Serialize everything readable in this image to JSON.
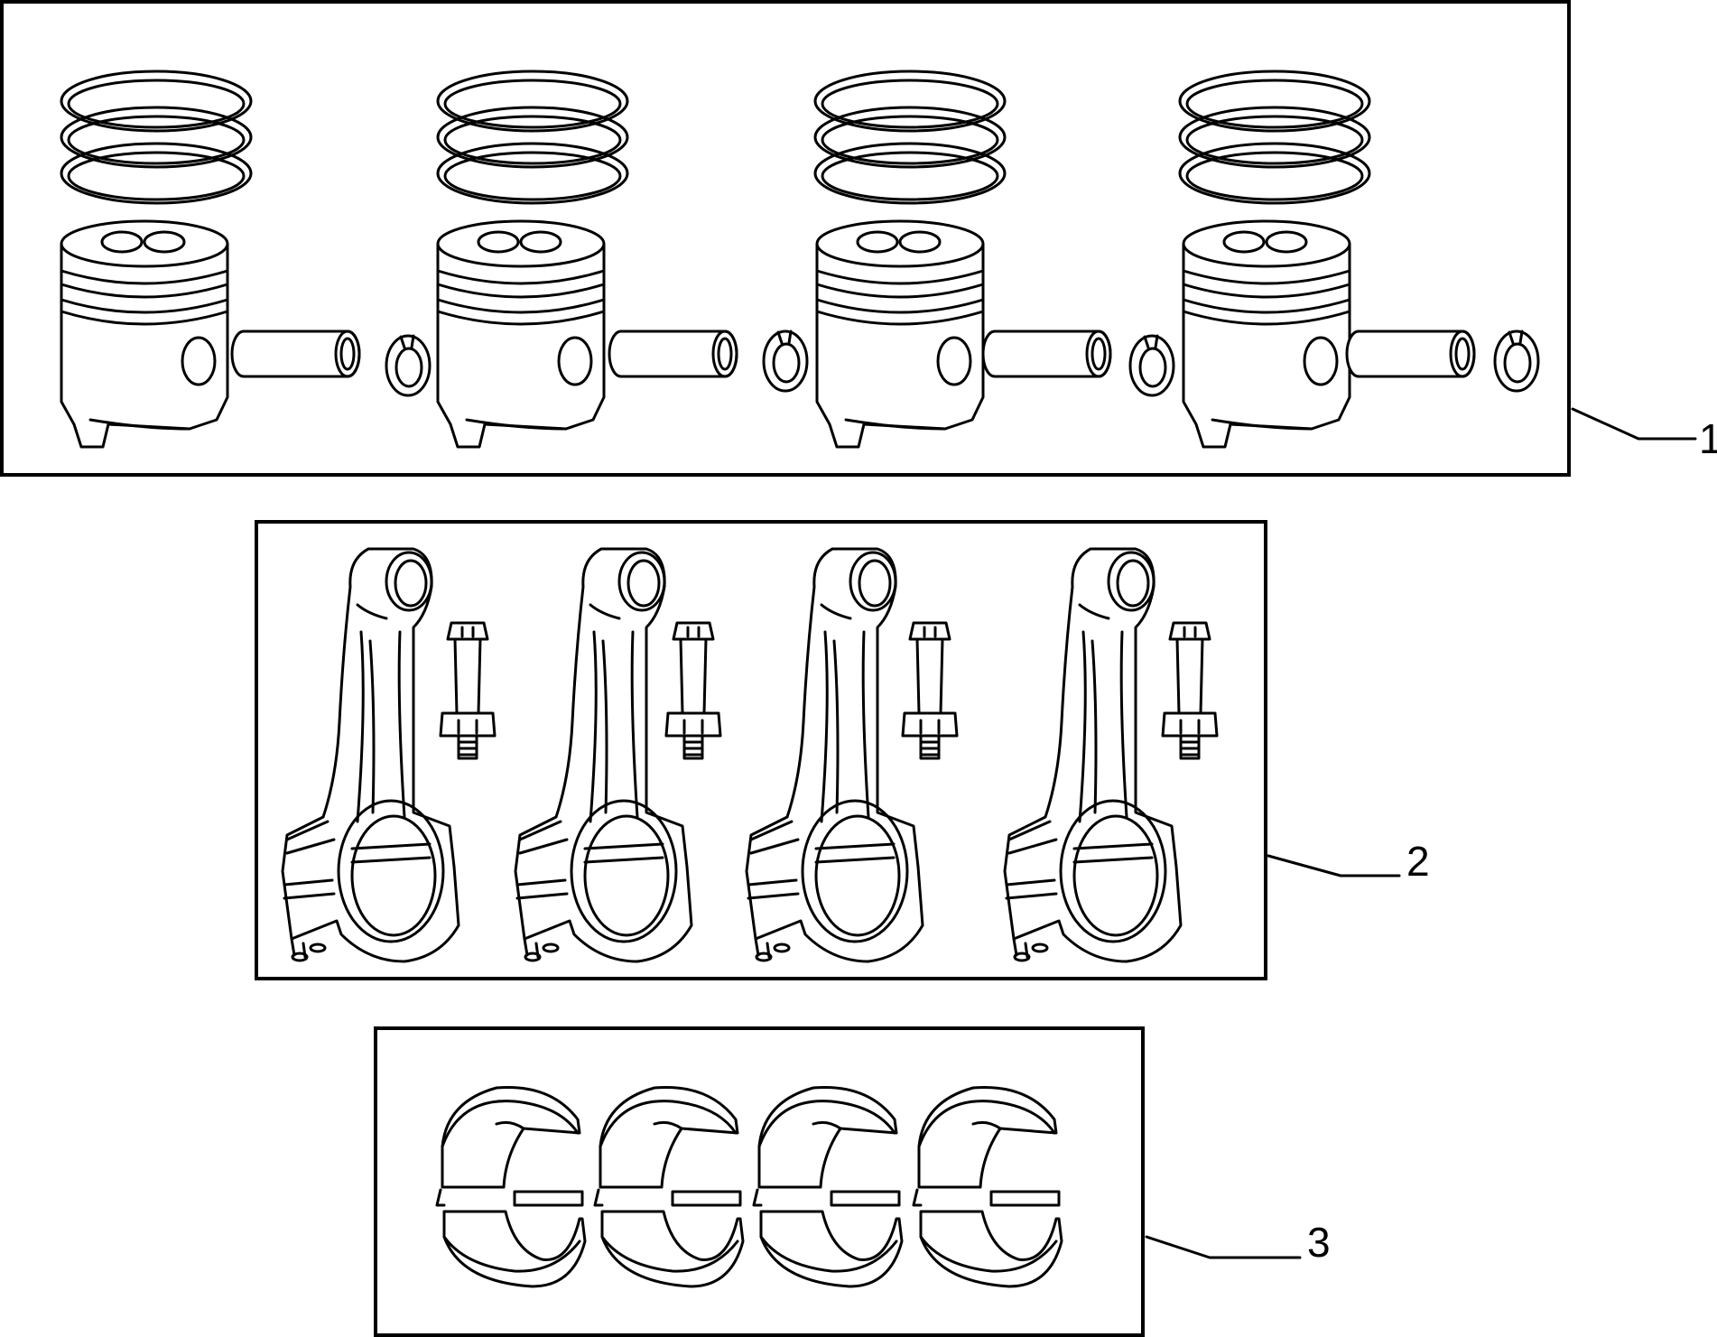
{
  "callouts": [
    {
      "label": "1",
      "part": "piston-set"
    },
    {
      "label": "2",
      "part": "connecting-rod-set"
    },
    {
      "label": "3",
      "part": "bearing-shell-set"
    }
  ],
  "colors": {
    "line": "#000000",
    "background": "#ffffff"
  },
  "icons": [
    "piston-ring-icon",
    "piston-icon",
    "piston-pin-icon",
    "circlip-icon",
    "connecting-rod-icon",
    "rod-bolt-icon",
    "bearing-shell-icon"
  ]
}
